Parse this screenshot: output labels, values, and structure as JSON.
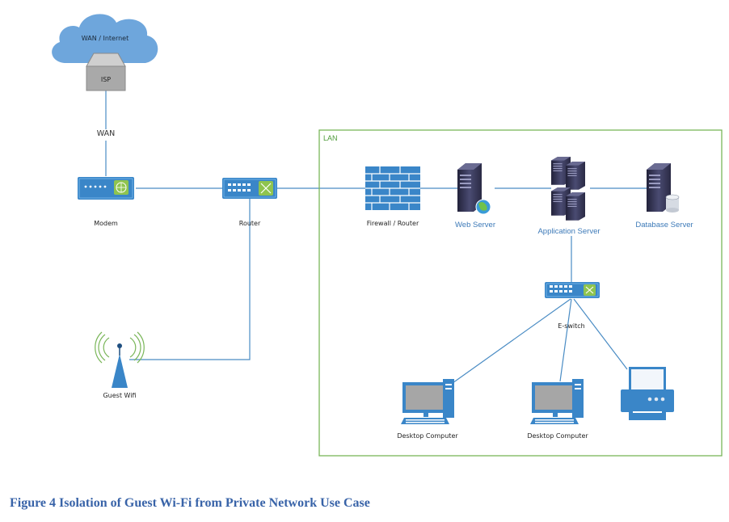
{
  "nodes": {
    "wan": "WAN / Internet",
    "isp": "ISP",
    "wan_link": "WAN",
    "modem": "Modem",
    "router": "Router",
    "guest_wifi": "Guest Wifi",
    "lan": "LAN",
    "firewall": "Firewall / Router",
    "web_server": "Web Server",
    "app_server": "Application Server",
    "db_server": "Database Server",
    "eswitch": "E-switch",
    "desktop_1": "Desktop Computer",
    "desktop_2": "Desktop Computer"
  },
  "caption": "Figure 4 Isolation of Guest Wi-Fi from Private Network Use Case",
  "colors": {
    "device_blue": "#3a86c8",
    "lan_border": "#7ab659",
    "server": "#3a3b5e",
    "caption": "#3863a8",
    "label_blue": "#3d7ab8"
  }
}
